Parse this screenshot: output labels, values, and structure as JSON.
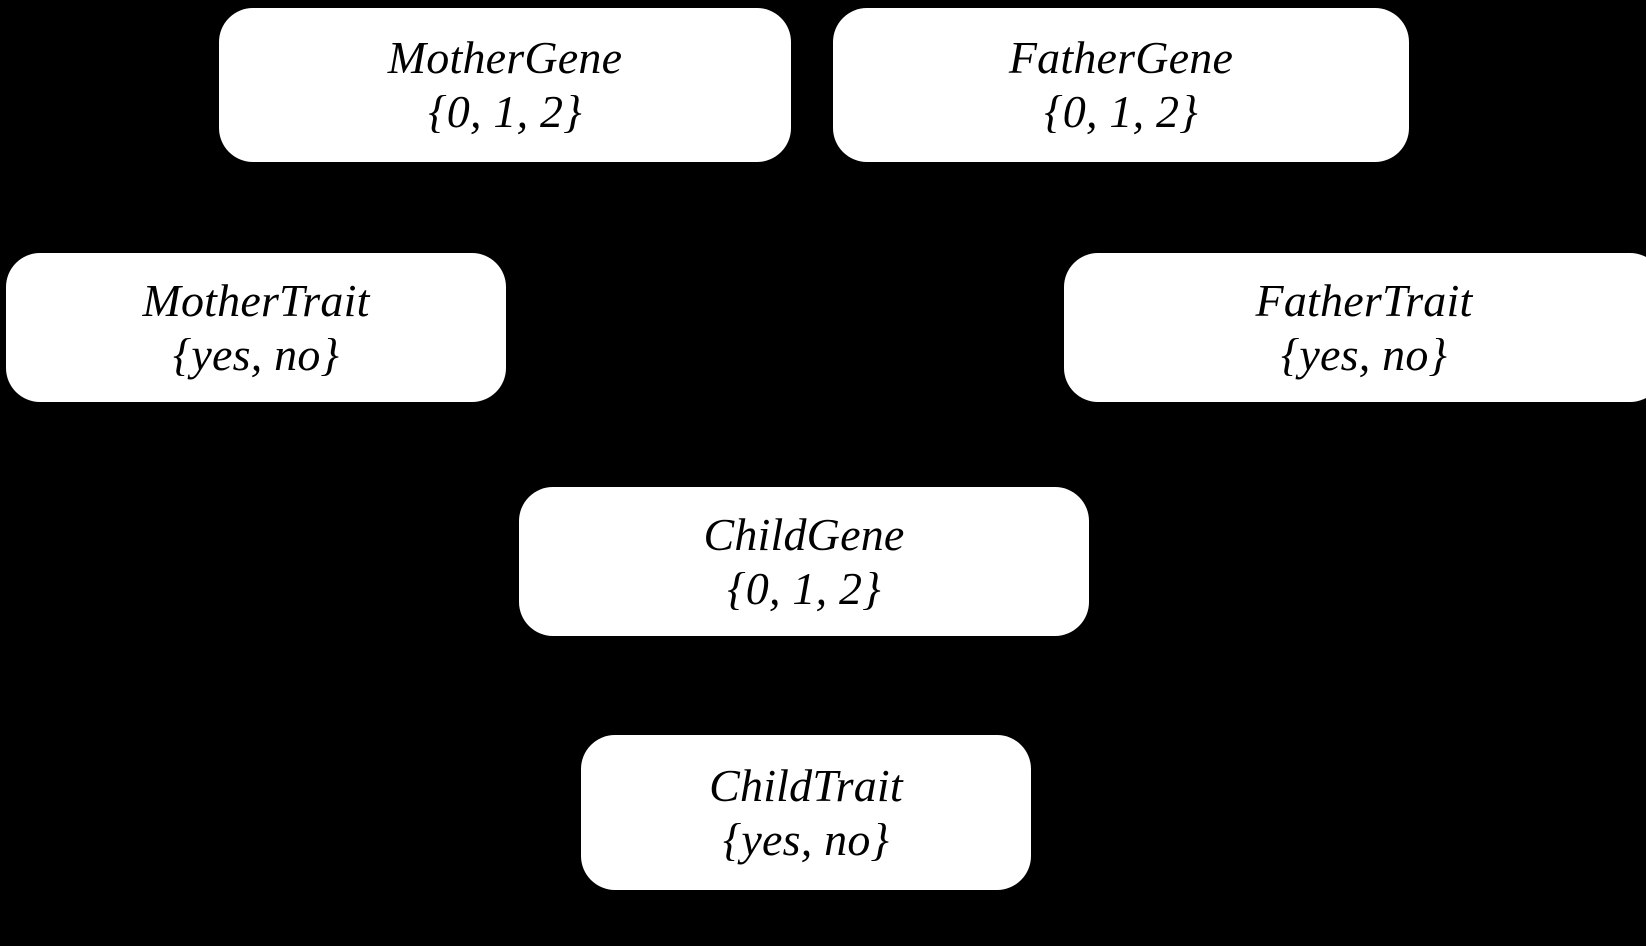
{
  "diagram": {
    "type": "bayesian-network",
    "background_color": "#000000",
    "node_fill_color": "#ffffff",
    "node_text_color": "#000000",
    "nodes": [
      {
        "id": "mother-gene",
        "name": "MotherGene",
        "domain": "{0, 1, 2}"
      },
      {
        "id": "father-gene",
        "name": "FatherGene",
        "domain": "{0, 1, 2}"
      },
      {
        "id": "mother-trait",
        "name": "MotherTrait",
        "domain": "{yes, no}"
      },
      {
        "id": "father-trait",
        "name": "FatherTrait",
        "domain": "{yes, no}"
      },
      {
        "id": "child-gene",
        "name": "ChildGene",
        "domain": "{0, 1, 2}"
      },
      {
        "id": "child-trait",
        "name": "ChildTrait",
        "domain": "{yes, no}"
      }
    ]
  }
}
